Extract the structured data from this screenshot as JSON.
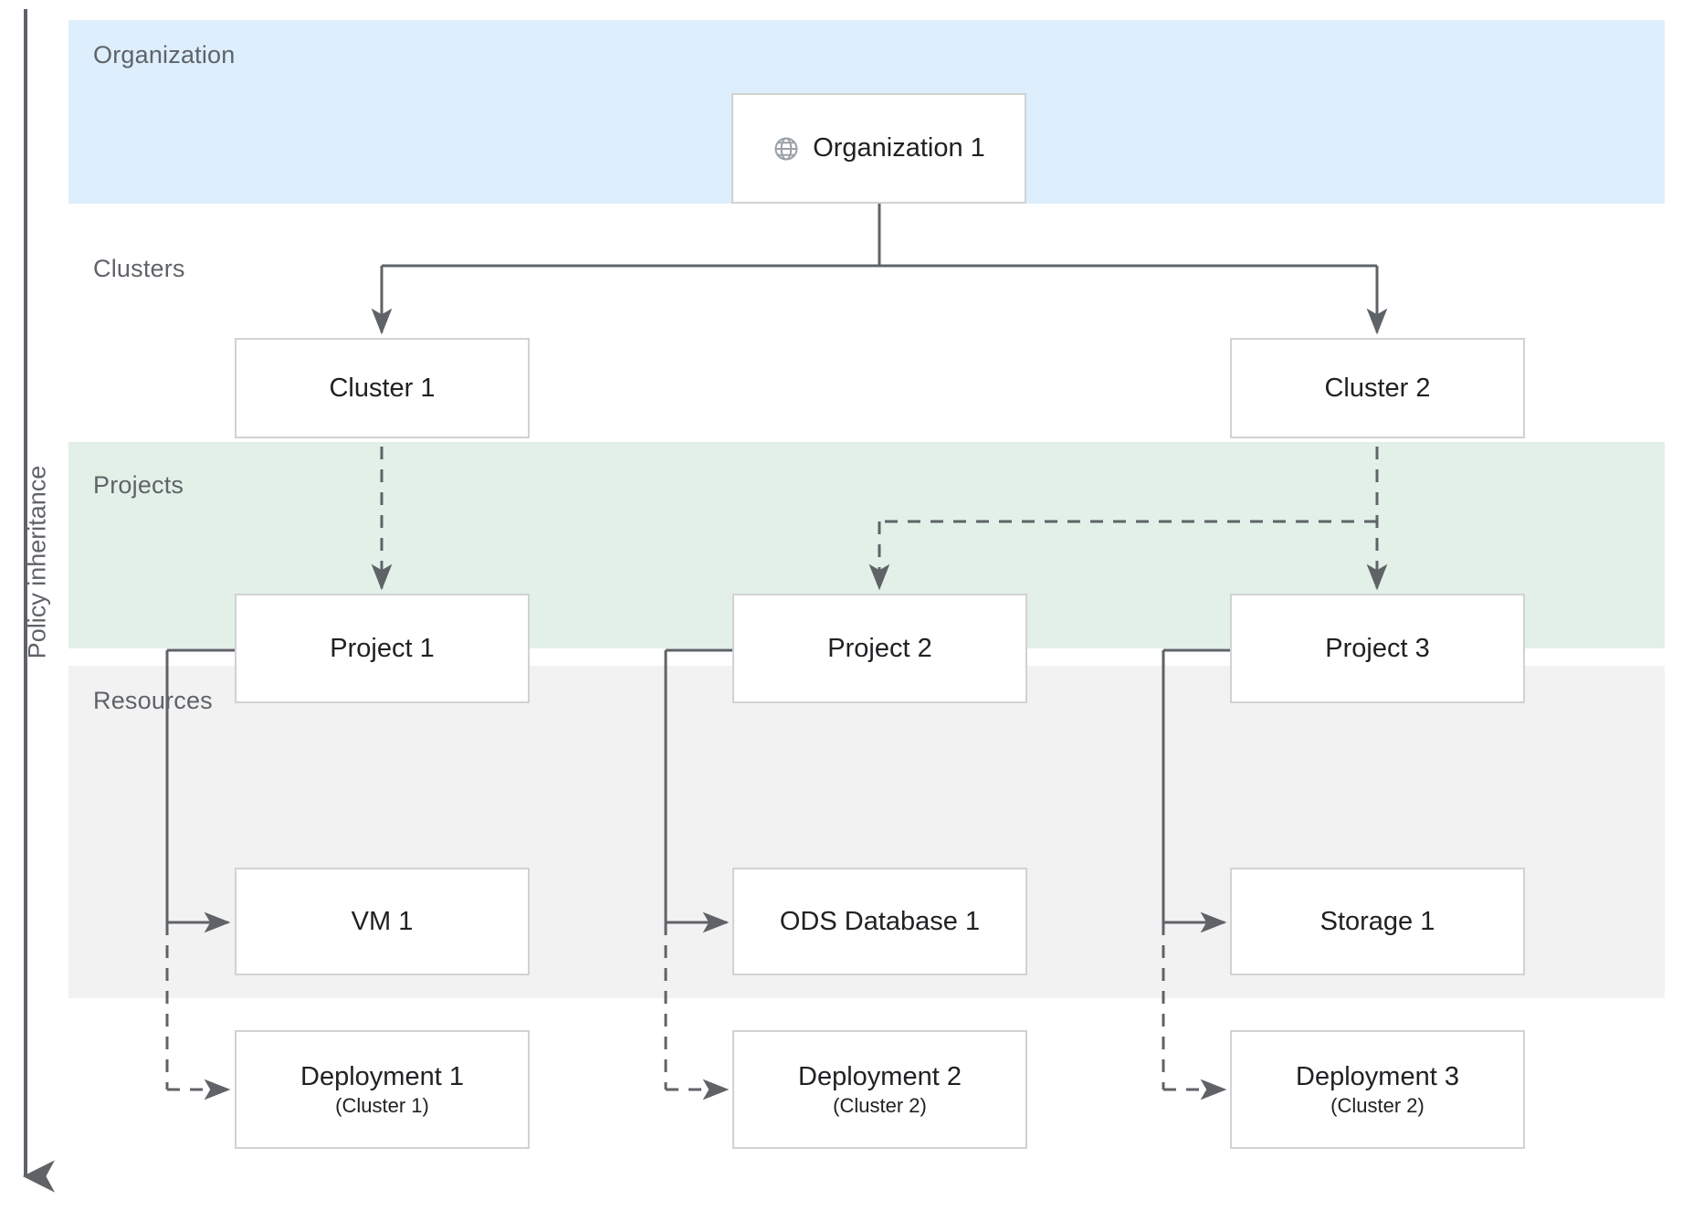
{
  "diagram": {
    "axis": {
      "label": "Policy inheritance",
      "direction": "downward"
    },
    "tiers": [
      {
        "id": "organization",
        "label": "Organization",
        "color": "#ddeffc"
      },
      {
        "id": "clusters",
        "label": "Clusters",
        "color": "#ffffff"
      },
      {
        "id": "projects",
        "label": "Projects",
        "color": "#e2f0e8"
      },
      {
        "id": "resources",
        "label": "Resources",
        "color": "#f2f2f2"
      }
    ],
    "nodes": {
      "organization_1": {
        "label": "Organization 1",
        "icon": "globe-icon"
      },
      "cluster_1": {
        "label": "Cluster 1"
      },
      "cluster_2": {
        "label": "Cluster 2"
      },
      "project_1": {
        "label": "Project 1"
      },
      "project_2": {
        "label": "Project 2"
      },
      "project_3": {
        "label": "Project 3"
      },
      "vm_1": {
        "label": "VM 1"
      },
      "ods_database_1": {
        "label": "ODS Database 1"
      },
      "storage_1": {
        "label": "Storage 1"
      },
      "deployment_1": {
        "label": "Deployment 1",
        "sublabel": "(Cluster 1)"
      },
      "deployment_2": {
        "label": "Deployment 2",
        "sublabel": "(Cluster 2)"
      },
      "deployment_3": {
        "label": "Deployment 3",
        "sublabel": "(Cluster 2)"
      }
    },
    "edges": [
      {
        "from": "organization_1",
        "to": "cluster_1",
        "style": "solid"
      },
      {
        "from": "organization_1",
        "to": "cluster_2",
        "style": "solid"
      },
      {
        "from": "cluster_1",
        "to": "project_1",
        "style": "dashed"
      },
      {
        "from": "cluster_2",
        "to": "project_2",
        "style": "dashed"
      },
      {
        "from": "cluster_2",
        "to": "project_3",
        "style": "dashed"
      },
      {
        "from": "project_1",
        "to": "vm_1",
        "style": "solid"
      },
      {
        "from": "project_1",
        "to": "deployment_1",
        "style": "dashed"
      },
      {
        "from": "project_2",
        "to": "ods_database_1",
        "style": "solid"
      },
      {
        "from": "project_2",
        "to": "deployment_2",
        "style": "dashed"
      },
      {
        "from": "project_3",
        "to": "storage_1",
        "style": "solid"
      },
      {
        "from": "project_3",
        "to": "deployment_3",
        "style": "dashed"
      }
    ],
    "colors": {
      "line": "#5f6368",
      "box_border": "#d2d2d2",
      "box_fill": "#ffffff",
      "text": "#202124",
      "label_text": "#5f6368"
    }
  }
}
